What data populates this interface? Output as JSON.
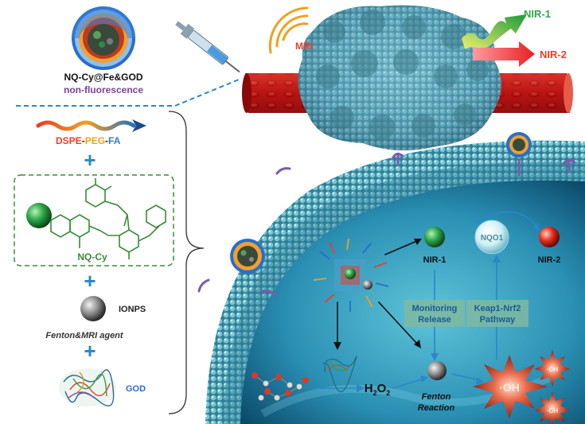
{
  "labels": {
    "nanoparticle_name": "NQ-Cy@Fe&GOD",
    "nonfluorescence": "non-fluorescence",
    "dspe": "DSPE",
    "dash1": "-",
    "peg": "PEG",
    "dash2": "-",
    "fa": "FA",
    "plus": "+",
    "nqcy": "NQ-Cy",
    "ionps": "IONPS",
    "fenton_mri_agent": "Fenton&MRI agent",
    "god": "GOD",
    "mri": "MRI",
    "nir1_top": "NIR-1",
    "nir2_top": "NIR-2",
    "nir1_cell": "NIR-1",
    "nir2_cell": "NIR-2",
    "nqo1": "NQO1",
    "monitoring_line1": "Monitoring",
    "monitoring_line2": "Release",
    "keap_line1": "Keap1-Nrf2",
    "keap_line2": "Pathway",
    "h2o2_h": "H",
    "h2o2_sub1": "2",
    "h2o2_o": "O",
    "h2o2_sub2": "2",
    "fenton_line1": "Fenton",
    "fenton_line2": "Reaction",
    "oh_big": "·OH",
    "oh_small": "·OH"
  },
  "colors": {
    "dspe": "#e8402a",
    "peg": "#f0a020",
    "fa": "#2a7fc8",
    "plus": "#2a87c8",
    "nonfluor": "#7a3fa0",
    "nqcy": "#3a8a3a",
    "nir1": "#2ea84a",
    "nir2": "#e8402a",
    "vessel": "#c81e1e",
    "cell_inner": "#2a8fb4",
    "box_fill": "#7fb8a0",
    "box_text": "#1a5a9a"
  }
}
